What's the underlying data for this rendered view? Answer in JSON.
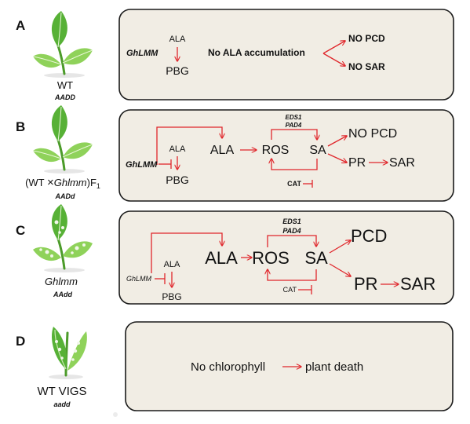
{
  "panels": [
    {
      "letter": "A",
      "genotype_label": "WT",
      "genotype_code": "AADD",
      "enzyme": "GhLMM",
      "substrate": "ALA",
      "product": "PBG",
      "statement": "No  ALA accumulation",
      "outcome_1": "NO  PCD",
      "outcome_2": "NO SAR"
    },
    {
      "letter": "B",
      "genotype_prefix": "(WT ",
      "cross_symbol": "×",
      "genotype_italic": "Ghlmm",
      "genotype_suffix": ")F",
      "genotype_sub": "1",
      "genotype_code": "AADd",
      "enzyme": "GhLMM",
      "substrate": "ALA",
      "product": "PBG",
      "ala": "ALA",
      "ros": "ROS",
      "sa": "SA",
      "eds1": "EDS1",
      "pad4": "PAD4",
      "cat": "CAT",
      "outcome_1": "NO PCD",
      "pr": "PR",
      "sar": "SAR"
    },
    {
      "letter": "C",
      "genotype_label": "Ghlmm",
      "genotype_code": "AAdd",
      "enzyme": "GhLMM",
      "substrate": "ALA",
      "product": "PBG",
      "ala": "ALA",
      "ros": "ROS",
      "sa": "SA",
      "eds1": "EDS1",
      "pad4": "PAD4",
      "cat": "CAT",
      "outcome_1": "PCD",
      "pr": "PR",
      "sar": "SAR"
    },
    {
      "letter": "D",
      "genotype_label": "WT VIGS",
      "genotype_code": "aadd",
      "statement_1": "No chlorophyll",
      "statement_2": "plant death"
    }
  ],
  "colors": {
    "arrow": "#e0262b",
    "box_fill": "#f1ede4",
    "leaf_dark": "#57b136",
    "leaf_light": "#8fd25a"
  }
}
